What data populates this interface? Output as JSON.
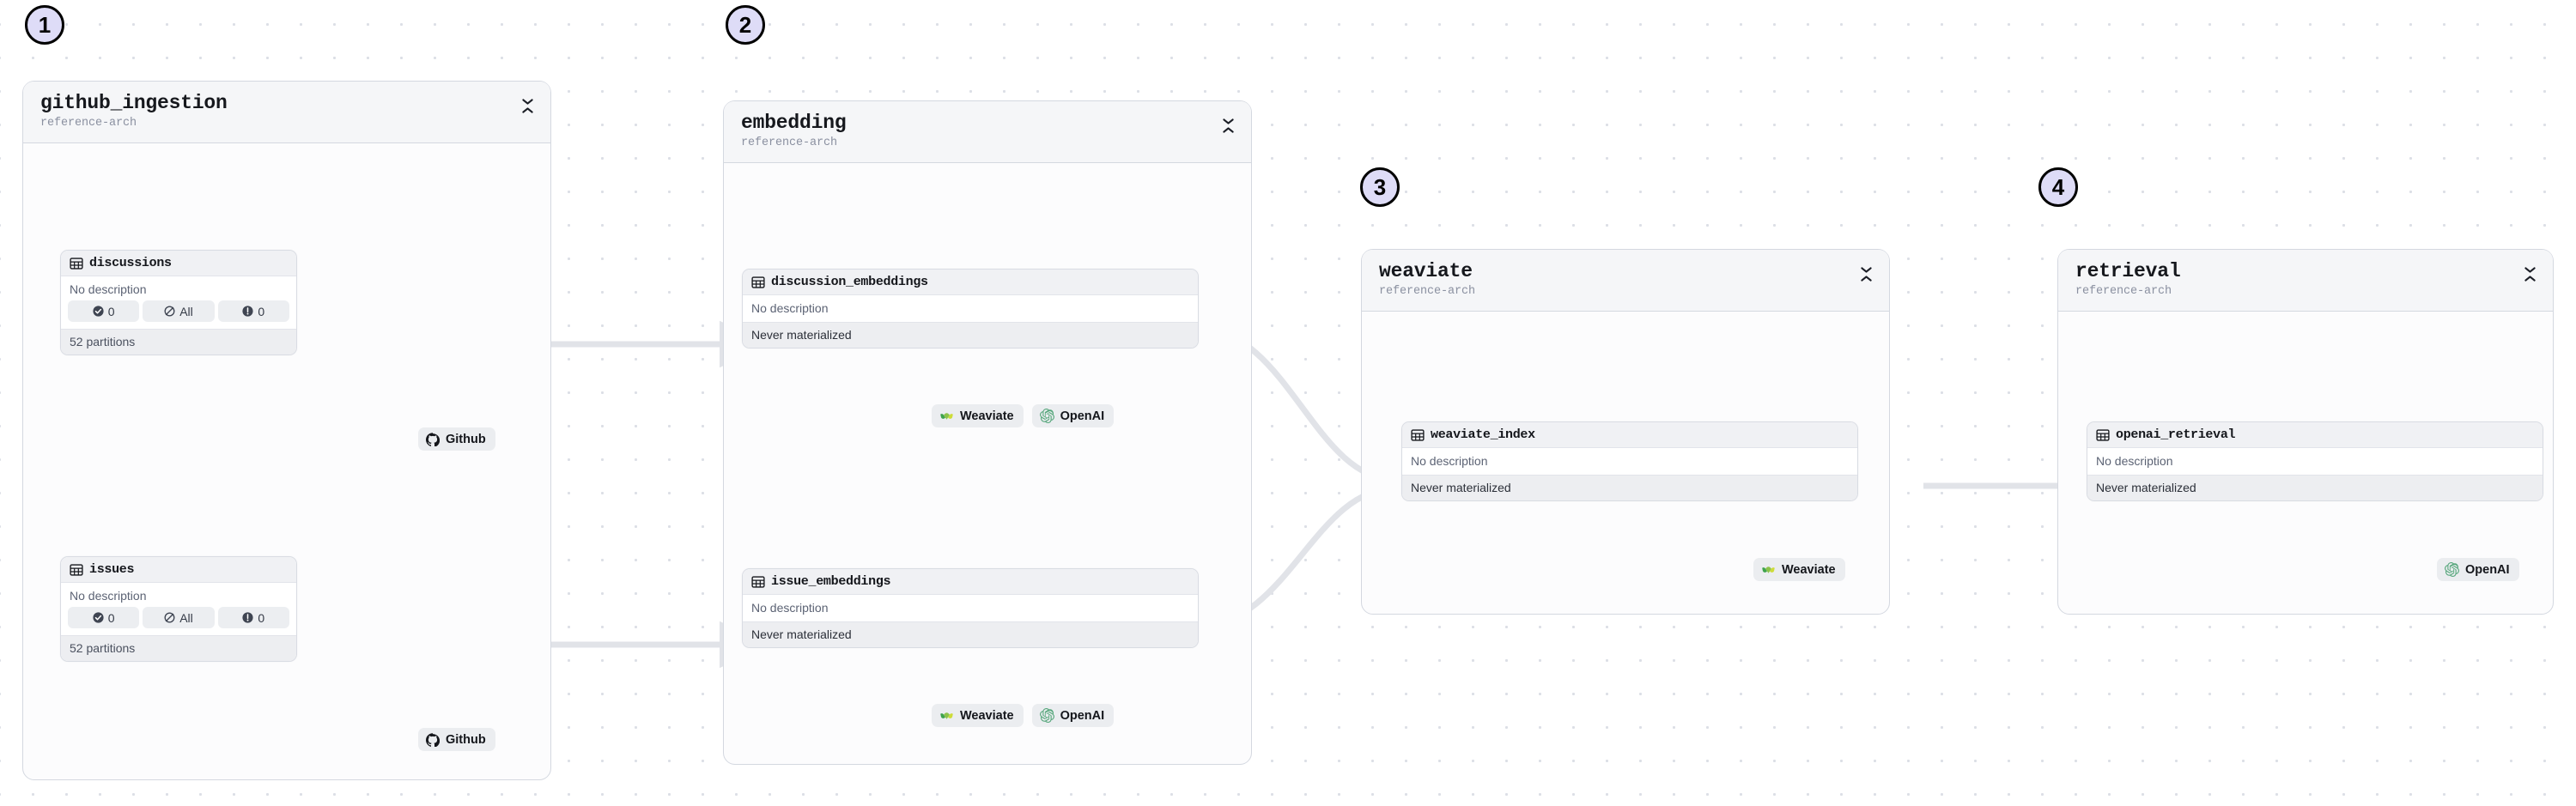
{
  "canvas": {
    "background_color": "#ffffff",
    "dot_color": "#dcdfe6",
    "edge_color": "#e3e5ea",
    "marker_fill": "#dedcf7",
    "marker_border": "#000000"
  },
  "markers": [
    {
      "label": "1",
      "name": "step-marker-1"
    },
    {
      "label": "2",
      "name": "step-marker-2"
    },
    {
      "label": "3",
      "name": "step-marker-3"
    },
    {
      "label": "4",
      "name": "step-marker-4"
    }
  ],
  "groups": [
    {
      "id": "github_ingestion",
      "title": "github_ingestion",
      "subtitle": "reference-arch",
      "collapse_icon": "collapse-vertical-icon"
    },
    {
      "id": "embedding",
      "title": "embedding",
      "subtitle": "reference-arch",
      "collapse_icon": "collapse-vertical-icon"
    },
    {
      "id": "weaviate",
      "title": "weaviate",
      "subtitle": "reference-arch",
      "collapse_icon": "collapse-vertical-icon"
    },
    {
      "id": "retrieval",
      "title": "retrieval",
      "subtitle": "reference-arch",
      "collapse_icon": "collapse-vertical-icon"
    }
  ],
  "assets": [
    {
      "id": "discussions",
      "name": "discussions",
      "icon": "table-icon",
      "description": "No description",
      "counts": [
        {
          "icon": "check-circle-icon",
          "value": "0"
        },
        {
          "icon": "slash-circle-icon",
          "value": "All"
        },
        {
          "icon": "alert-circle-icon",
          "value": "0"
        }
      ],
      "partitions": "52 partitions"
    },
    {
      "id": "issues",
      "name": "issues",
      "icon": "table-icon",
      "description": "No description",
      "counts": [
        {
          "icon": "check-circle-icon",
          "value": "0"
        },
        {
          "icon": "slash-circle-icon",
          "value": "All"
        },
        {
          "icon": "alert-circle-icon",
          "value": "0"
        }
      ],
      "partitions": "52 partitions"
    },
    {
      "id": "discussion_embeddings",
      "name": "discussion_embeddings",
      "icon": "table-icon",
      "description": "No description",
      "status": "Never materialized"
    },
    {
      "id": "issue_embeddings",
      "name": "issue_embeddings",
      "icon": "table-icon",
      "description": "No description",
      "status": "Never materialized"
    },
    {
      "id": "weaviate_index",
      "name": "weaviate_index",
      "icon": "table-icon",
      "description": "No description",
      "status": "Never materialized"
    },
    {
      "id": "openai_retrieval",
      "name": "openai_retrieval",
      "icon": "table-icon",
      "description": "No description",
      "status": "Never materialized"
    }
  ],
  "badges": {
    "github": {
      "label": "Github",
      "icon": "github-icon"
    },
    "weaviate": {
      "label": "Weaviate",
      "icon": "weaviate-icon"
    },
    "openai": {
      "label": "OpenAI",
      "icon": "openai-icon"
    }
  }
}
